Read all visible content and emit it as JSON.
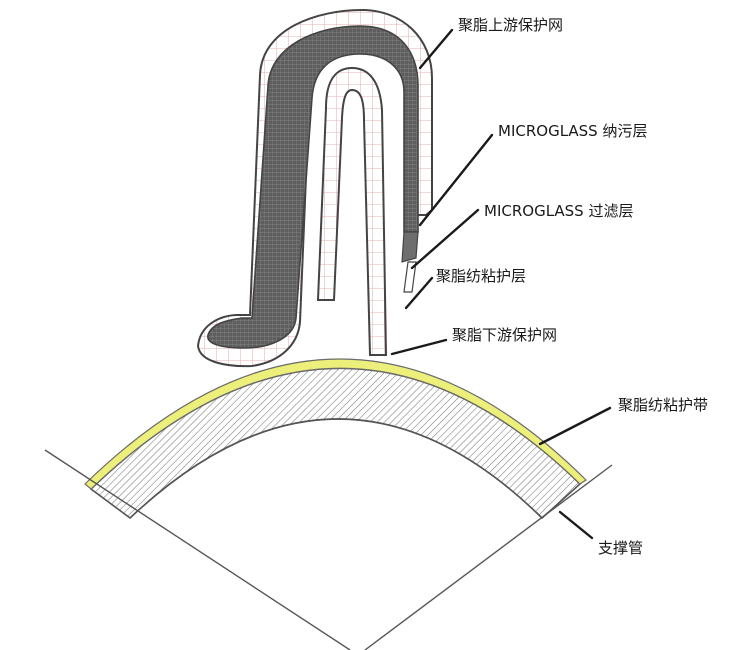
{
  "labels": {
    "upstream_mesh": "聚脂上游保护网",
    "microglass_dirt": "MICROGLASS 纳污层",
    "microglass_filter": "MICROGLASS 过滤层",
    "spunbond_layer": "聚脂纺粘护层",
    "downstream_mesh": "聚脂下游保护网",
    "spunbond_band": "聚脂纺粘护带",
    "support_tube": "支撑管"
  },
  "colors": {
    "outline": "#444444",
    "mesh_line": "#e7b1b6",
    "media_dark": "#5e5e5e",
    "band_yellow": "#ecef7a",
    "band_edge": "#6b6b6b",
    "hatch": "#7a7a7a",
    "text": "#1a1a1a"
  }
}
